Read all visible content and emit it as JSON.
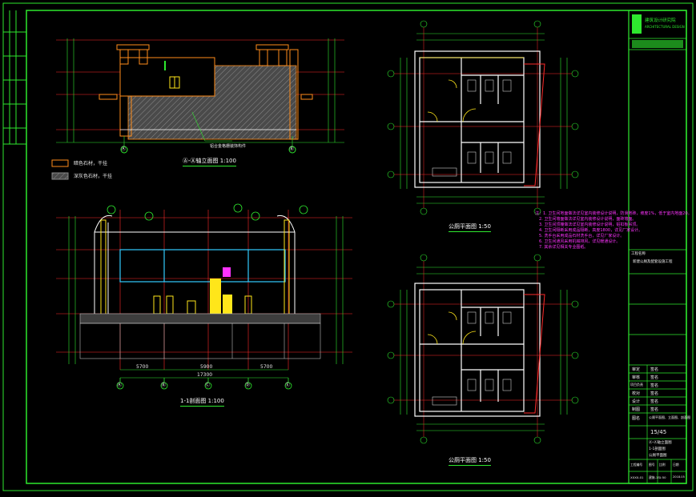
{
  "colors": {
    "background": "#000000",
    "frame": "#2ee82e",
    "structure": "#ff8c1a",
    "wall_fill": "#555555",
    "grid_line": "#ff2a2a",
    "cyan": "#33ccff",
    "yellow": "#ffe61a",
    "magenta": "#ff33ff",
    "white": "#ffffff"
  },
  "elevation_view": {
    "title": "Ⓐ-Ⓐ轴立面图 1:100",
    "legend_orange": "暗色石材，干挂",
    "legend_gray": "深灰色石材，干挂",
    "callout": "铝合金格栅装饰构件",
    "axis_left": "Ⓐ",
    "axis_right": "Ⓑ"
  },
  "section_view": {
    "title": "1-1剖面图 1:100",
    "axes_bottom": [
      "Ⓐ",
      "Ⓑ",
      "Ⓒ",
      "Ⓓ",
      "Ⓔ"
    ],
    "dims": [
      "5700",
      "5900",
      "5700"
    ],
    "total_dim": "17300"
  },
  "plan_upper": {
    "title": "公厕平面图 1:50",
    "notes": [
      "注：1. 卫生间地面做法详见室内装修设计说明，防滑地砖，坡度1%，低于室内地面20。",
      "2. 卫生间墙面做法详见室内装修设计说明，面砖墙面。",
      "3. 卫生间顶棚做法详见室内装修设计说明，铝扣板吊顶。",
      "4. 卫生间隔断采用成品隔断，高度1800，详见厂家设计。",
      "5. 洗手台采用成品石材洗手台，详见厂家设计。",
      "6. 卫生间通风采用机械排风，详见暖通设计。",
      "7. 其余详见相关专业图纸。"
    ]
  },
  "plan_lower": {
    "title": "公厕平面图 1:50"
  },
  "title_block": {
    "company": "建筑设计研究院",
    "company_sub": "ARCHITECTURAL DESIGN",
    "project_label": "工程名称",
    "project_name": "新建公厕及配套设施工程",
    "rows": [
      {
        "k": "审定",
        "v": "签名"
      },
      {
        "k": "审核",
        "v": "签名"
      },
      {
        "k": "项目负责",
        "v": "签名"
      },
      {
        "k": "校对",
        "v": "签名"
      },
      {
        "k": "设计",
        "v": "签名"
      },
      {
        "k": "制图",
        "v": "签名"
      }
    ],
    "drawing_label": "图名",
    "drawing_name": "公厕平面图、立面图、剖面图",
    "sheet": "15/45",
    "subtitle_1": "Ⓐ-Ⓐ轴立面图",
    "subtitle_2": "1-1剖面图",
    "subtitle_3": "公厕平面图",
    "footer": [
      {
        "k": "工程编号",
        "v": "XXXX-01"
      },
      {
        "k": "图号",
        "v": "建施-15"
      },
      {
        "k": "比例",
        "v": "1:50"
      },
      {
        "k": "日期",
        "v": "2018.05"
      }
    ]
  }
}
